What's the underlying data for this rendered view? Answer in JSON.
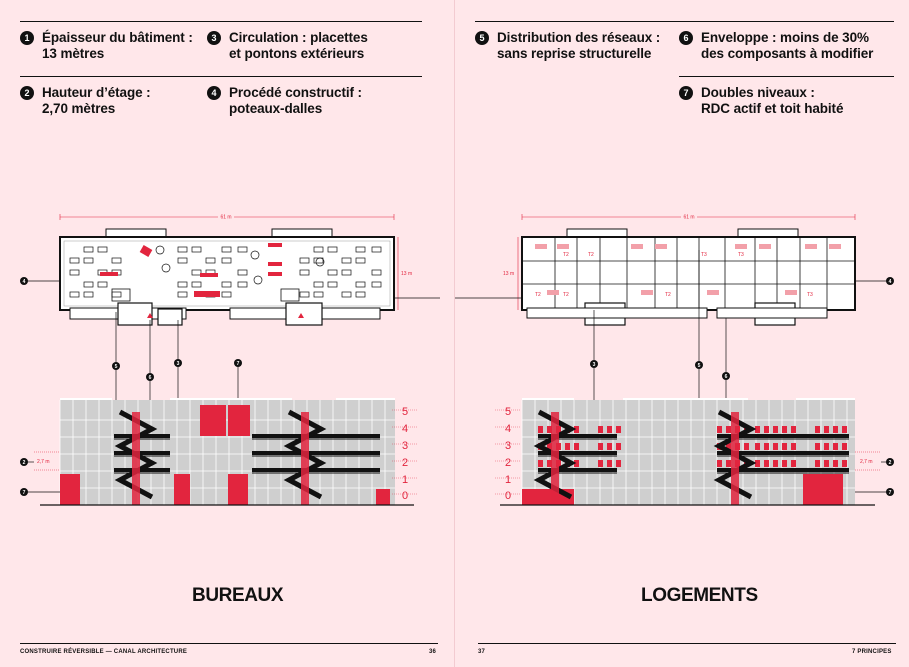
{
  "left": {
    "principles": [
      {
        "num": "1",
        "line1": "Épaisseur du bâtiment :",
        "line2": "13 mètres"
      },
      {
        "num": "3",
        "line1": "Circulation : placettes",
        "line2": "et pontons extérieurs"
      },
      {
        "num": "2",
        "line1": "Hauteur d’étage :",
        "line2": "2,70 mètres"
      },
      {
        "num": "4",
        "line1": "Procédé constructif :",
        "line2": "poteaux-dalles"
      }
    ],
    "caption": "BUREAUX",
    "footer_text": "CONSTRUIRE RÉVERSIBLE — CANAL ARCHITECTURE",
    "page_number": "36",
    "plan_length": "61 m",
    "plan_depth": "13 m",
    "floor_height": "2,7 m"
  },
  "right": {
    "principles": [
      {
        "num": "5",
        "line1": "Distribution des réseaux :",
        "line2": "sans reprise structurelle"
      },
      {
        "num": "6",
        "line1": "Enveloppe : moins de 30%",
        "line2": "des composants à modifier"
      },
      {
        "num": "7",
        "line1": "Doubles niveaux :",
        "line2": "RDC actif et toit habité"
      }
    ],
    "caption": "LOGEMENTS",
    "footer_page": "37",
    "footer_text": "7 PRINCIPES",
    "plan_length": "61 m",
    "plan_depth": "13 m",
    "floor_height": "2,7 m",
    "apartment_labels": [
      "T2",
      "T2",
      "T3",
      "T3",
      "T2",
      "T2",
      "T2",
      "T3"
    ]
  },
  "callouts": [
    "1",
    "2",
    "3",
    "4",
    "5",
    "6",
    "7"
  ],
  "levels": [
    "5",
    "4",
    "3",
    "2",
    "1",
    "0"
  ],
  "colors": {
    "background": "#ffe7ea",
    "accent": "#e2253e",
    "ink": "#111111",
    "grey": "#cfcfcf"
  }
}
